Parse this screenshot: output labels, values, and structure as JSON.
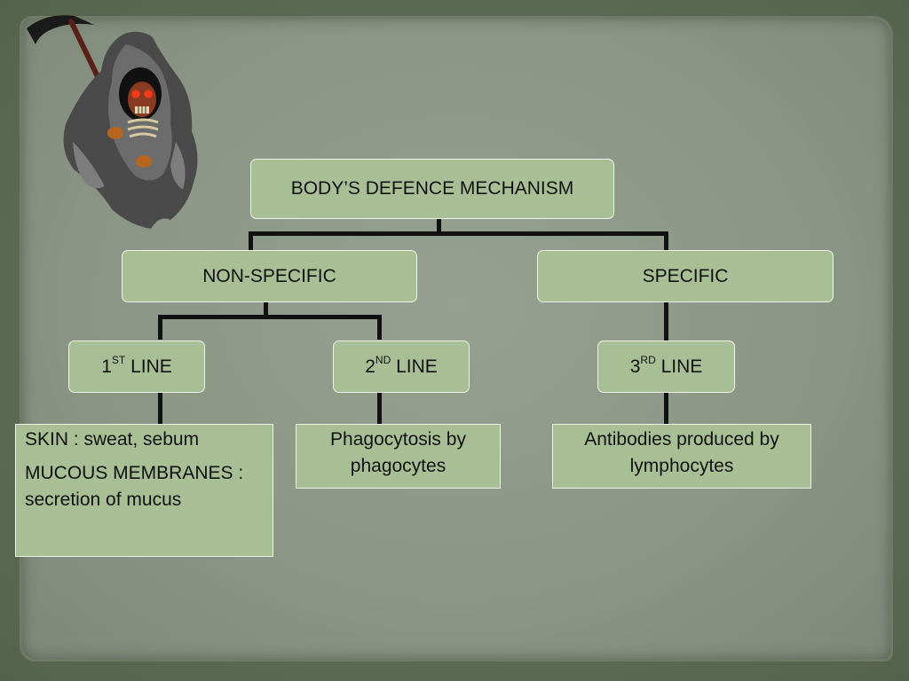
{
  "diagram": {
    "root": {
      "label": "BODY’S DEFENCE MECHANISM"
    },
    "branches": [
      {
        "label": "NON-SPECIFIC"
      },
      {
        "label": "SPECIFIC"
      }
    ],
    "lines": [
      {
        "num": "1",
        "sup": "ST",
        "word": "LINE"
      },
      {
        "num": "2",
        "sup": "ND",
        "word": "LINE"
      },
      {
        "num": "3",
        "sup": "RD",
        "word": "LINE"
      }
    ],
    "details": {
      "first": {
        "line1": "SKIN : sweat, sebum",
        "line2": "MUCOUS MEMBRANES : secretion of mucus"
      },
      "second": "Phagocytosis by phagocytes",
      "third": "Antibodies produced by lymphocytes"
    }
  },
  "decoration": {
    "icon": "grim-reaper-icon"
  },
  "colors": {
    "box_fill": "#a8bf96",
    "box_border": "#eef3e8",
    "connector": "#111111",
    "paper": "#8b9585"
  }
}
